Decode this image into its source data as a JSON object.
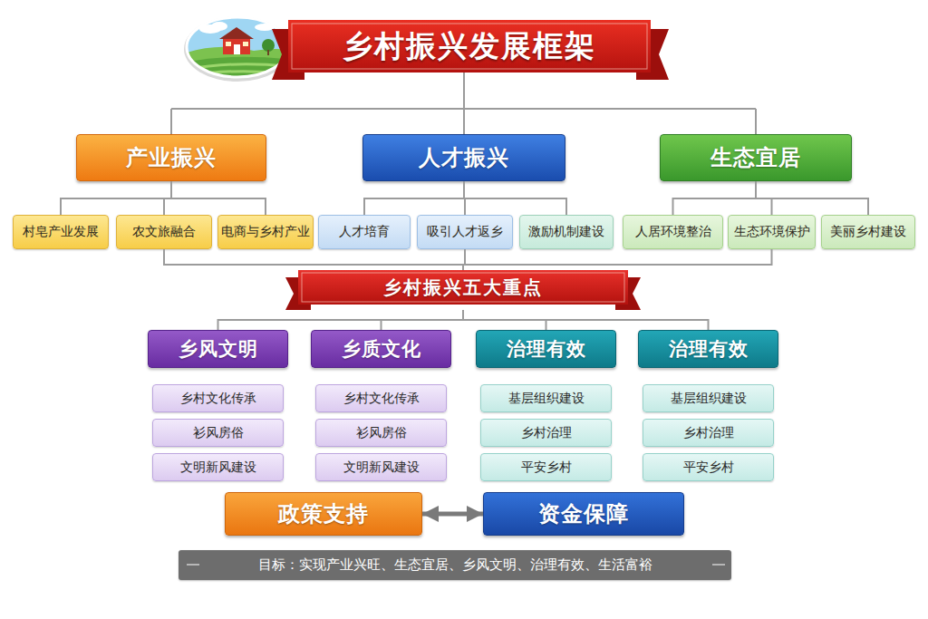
{
  "diagram": {
    "title": "乡村振兴发展框架",
    "nodes": [
      {
        "text": [
          "产业振兴"
        ]
      },
      {
        "text": [
          "人才振兴"
        ]
      },
      {
        "text": [
          "生态宜居"
        ]
      },
      {
        "text": [
          "村皂产业发展"
        ]
      },
      {
        "text": [
          "农文旅融合"
        ]
      },
      {
        "text": [
          "电商与乡村产业"
        ]
      },
      {
        "text": [
          "人才培育"
        ]
      },
      {
        "text": [
          "吸引人才返乡"
        ]
      },
      {
        "text": [
          "激励机制建设"
        ]
      },
      {
        "text": [
          "人居环境整治"
        ]
      },
      {
        "text": [
          "生态环境保护"
        ]
      },
      {
        "text": [
          "美丽乡村建设"
        ]
      },
      {
        "text": [
          "乡村振兴五大重点"
        ]
      },
      {
        "text": [
          "乡风文明"
        ]
      },
      {
        "text": [
          "乡质文化"
        ]
      },
      {
        "text": [
          "治理有效"
        ]
      },
      {
        "text": [
          "治理有效"
        ]
      },
      {
        "text": [
          "乡村文化传承"
        ]
      },
      {
        "text": [
          "乡村文化传承"
        ]
      },
      {
        "text": [
          "基层组织建设"
        ]
      },
      {
        "text": [
          "基层组织建设"
        ]
      },
      {
        "text": [
          "衫风房俗"
        ]
      },
      {
        "text": [
          "衫风房俗"
        ]
      },
      {
        "text": [
          "乡村治理"
        ]
      },
      {
        "text": [
          "乡村治理"
        ]
      },
      {
        "text": [
          "文明新风建设"
        ]
      },
      {
        "text": [
          "文明新风建设"
        ]
      },
      {
        "text": [
          "平安乡村"
        ]
      },
      {
        "text": [
          "平安乡村"
        ]
      },
      {
        "text": [
          "政策支持"
        ]
      },
      {
        "text": [
          "资金保障"
        ]
      },
      {
        "text": [
          "目标：实现产业兴旺、生态宜居、乡风文明、治理有效、生活富裕"
        ]
      }
    ],
    "edges": [
      {
        "from": 0,
        "to": 3,
        "arrow": "none"
      },
      {
        "from": 0,
        "to": 4,
        "arrow": "none"
      },
      {
        "from": 0,
        "to": 5,
        "arrow": "none"
      },
      {
        "from": 1,
        "to": 6,
        "arrow": "none"
      },
      {
        "from": 1,
        "to": 7,
        "arrow": "none"
      },
      {
        "from": 1,
        "to": 8,
        "arrow": "none"
      },
      {
        "from": 2,
        "to": 9,
        "arrow": "none"
      },
      {
        "from": 2,
        "to": 10,
        "arrow": "none"
      },
      {
        "from": 2,
        "to": 11,
        "arrow": "none"
      },
      {
        "from": 4,
        "to": 12,
        "arrow": "none"
      },
      {
        "from": 7,
        "to": 12,
        "arrow": "none"
      },
      {
        "from": 10,
        "to": 12,
        "arrow": "none"
      },
      {
        "from": 12,
        "to": 13,
        "arrow": "none"
      },
      {
        "from": 12,
        "to": 14,
        "arrow": "none"
      },
      {
        "from": 12,
        "to": 15,
        "arrow": "none"
      },
      {
        "from": 12,
        "to": 16,
        "arrow": "none"
      },
      {
        "from": 29,
        "to": 30,
        "arrow": "both"
      }
    ]
  }
}
